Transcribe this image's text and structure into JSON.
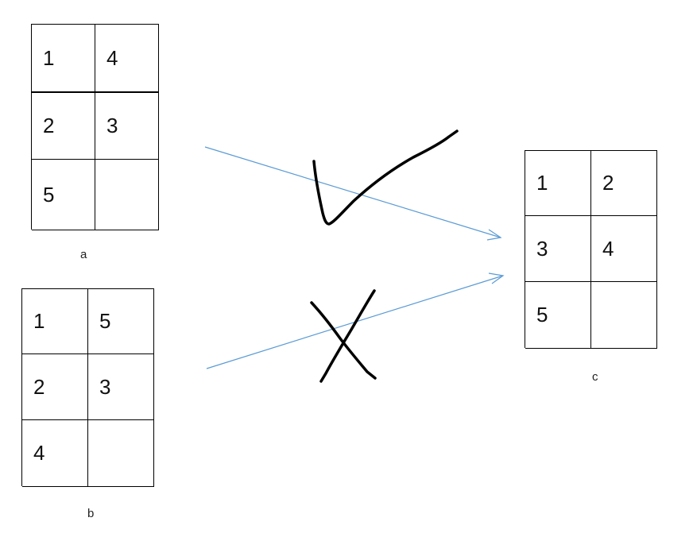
{
  "grids": {
    "a": {
      "label": "a",
      "cells": [
        "1",
        "4",
        "2",
        "3",
        "5",
        ""
      ]
    },
    "b": {
      "label": "b",
      "cells": [
        "1",
        "5",
        "2",
        "3",
        "4",
        ""
      ]
    },
    "c": {
      "label": "c",
      "cells": [
        "1",
        "2",
        "3",
        "4",
        "5",
        ""
      ]
    }
  },
  "marks": {
    "a_to_c": "check-mark-icon",
    "b_to_c": "cross-mark-icon"
  },
  "colors": {
    "arrow": "#5b9bd5",
    "ink": "#000000"
  }
}
